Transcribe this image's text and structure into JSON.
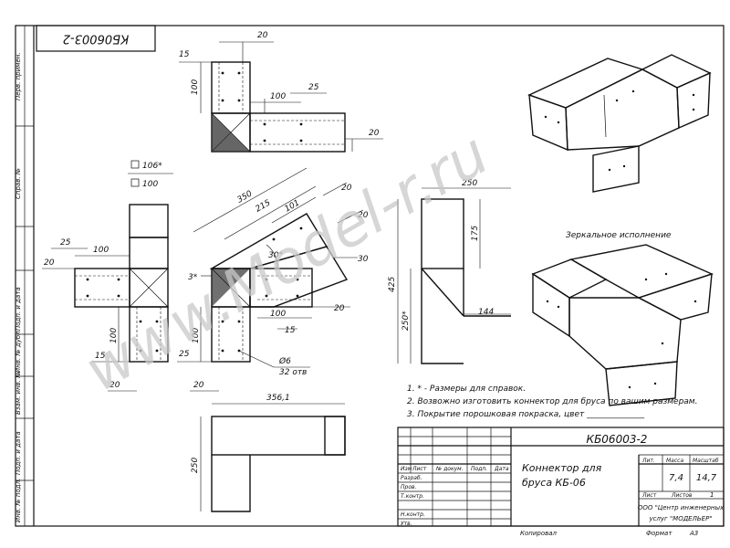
{
  "drawing": {
    "code": "КБ06003-2",
    "code_rotated": "КБ06003-2",
    "title_line1": "Коннектор для",
    "title_line2": "бруса КБ-06",
    "mass": "7,4",
    "scale": "14,7",
    "sheet": "1",
    "company_line1": "ООО \"Центр инженерных",
    "company_line2": "услуг \"МОДЕЛЬЕР\"",
    "copied": "Копировал",
    "format_label": "Формат",
    "format_value": "А3",
    "mirror_caption": "Зеркальное исполнение",
    "watermark": "www.Model-r.ru"
  },
  "notes": [
    "1. * - Размеры для справок.",
    "2. Возвожно изготовить коннектор для бруса по вашим размерам.",
    "3. Покрытие порошковая покраска, цвет ______________"
  ],
  "title_block": {
    "col_labels": [
      "Изм",
      "Лист",
      "№ докум.",
      "Подп.",
      "Дата"
    ],
    "row_labels": [
      "Разраб.",
      "Пров.",
      "Т.контр.",
      "",
      "Н.контр.",
      "Утв."
    ],
    "header_labels": [
      "Лит.",
      "Масса",
      "Масштаб"
    ],
    "sheet_label": "Лист",
    "sheets_label": "Листов"
  },
  "side_stamp": [
    "Перв. примен.",
    "Справ. №",
    "Подп. и дата",
    "Инв. № дубл.",
    "Взам. инв. №",
    "Подп. и дата",
    "Инв. № подл."
  ],
  "dimensions": {
    "top_view": [
      "20",
      "15",
      "100",
      "100",
      "25",
      "20"
    ],
    "left_view": [
      "106*",
      "100",
      "25",
      "100",
      "20",
      "100",
      "15",
      "20"
    ],
    "angle_view": [
      "350",
      "215",
      "101",
      "20",
      "20",
      "30°",
      "30",
      "3*",
      "100",
      "20",
      "15",
      "20",
      "100",
      "25",
      "Ø6",
      "32 отв"
    ],
    "side_view": [
      "250",
      "175",
      "425",
      "250*",
      "144"
    ],
    "bottom_view": [
      "356,1",
      "250"
    ]
  }
}
